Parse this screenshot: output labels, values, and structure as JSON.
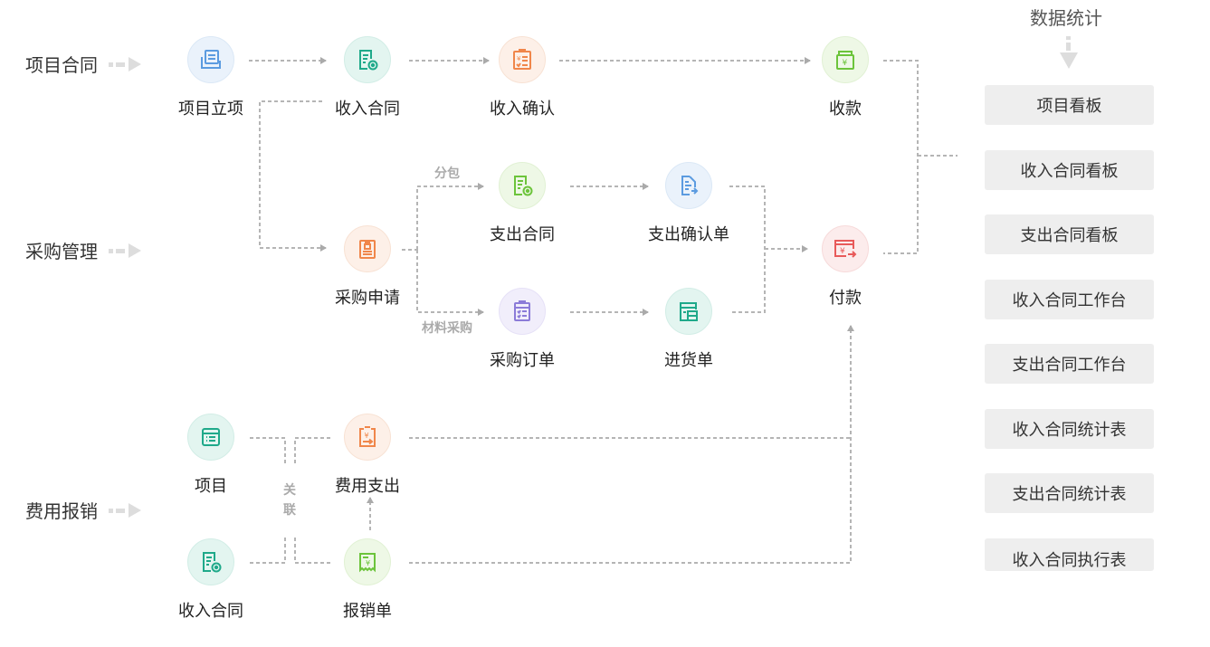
{
  "rows": [
    {
      "label": "项目合同",
      "icon": "arrow-right-icon"
    },
    {
      "label": "采购管理",
      "icon": "arrow-right-icon"
    },
    {
      "label": "费用报销",
      "icon": "arrow-right-icon"
    }
  ],
  "nodes": {
    "project_setup": {
      "label": "项目立项",
      "icon": "inbox-document-icon",
      "color": "#5b9be0",
      "bg": "#eaf2fb"
    },
    "income_contract": {
      "label": "收入合同",
      "icon": "contract-seal-icon",
      "color": "#1fa98a",
      "bg": "#e3f5f0"
    },
    "income_confirm": {
      "label": "收入确认",
      "icon": "yuan-checklist-icon",
      "color": "#f0864a",
      "bg": "#fdf0e8"
    },
    "receipt": {
      "label": "收款",
      "icon": "yuan-box-icon",
      "color": "#6cc43b",
      "bg": "#eef8e6"
    },
    "purchase_request": {
      "label": "采购申请",
      "icon": "clipboard-bag-icon",
      "color": "#f0864a",
      "bg": "#fdf0e8"
    },
    "expense_contract": {
      "label": "支出合同",
      "icon": "contract-seal-icon",
      "color": "#6cc43b",
      "bg": "#eef8e6"
    },
    "expense_confirm": {
      "label": "支出确认单",
      "icon": "document-arrow-icon",
      "color": "#5b9be0",
      "bg": "#eaf2fb"
    },
    "purchase_order": {
      "label": "采购订单",
      "icon": "clipboard-check-icon",
      "color": "#8b7bd8",
      "bg": "#f1eefb"
    },
    "goods_receipt": {
      "label": "进货单",
      "icon": "form-table-icon",
      "color": "#1fa98a",
      "bg": "#e3f5f0"
    },
    "payment": {
      "label": "付款",
      "icon": "yuan-window-icon",
      "color": "#e85a5a",
      "bg": "#fcecec"
    },
    "project": {
      "label": "项目",
      "icon": "list-window-icon",
      "color": "#1fa98a",
      "bg": "#e3f5f0"
    },
    "expense_out": {
      "label": "费用支出",
      "icon": "yuan-clipboard-icon",
      "color": "#f0864a",
      "bg": "#fdf0e8"
    },
    "income_contract_2": {
      "label": "收入合同",
      "icon": "contract-seal-icon",
      "color": "#1fa98a",
      "bg": "#e3f5f0"
    },
    "reimbursement": {
      "label": "报销单",
      "icon": "receipt-yuan-icon",
      "color": "#6cc43b",
      "bg": "#eef8e6"
    }
  },
  "edge_labels": {
    "subcontract": "分包",
    "material_purchase": "材料采购",
    "relate": [
      "关",
      "联"
    ]
  },
  "stats": {
    "title": "数据统计",
    "items": [
      "项目看板",
      "收入合同看板",
      "支出合同看板",
      "收入合同工作台",
      "支出合同工作台",
      "收入合同统计表",
      "支出合同统计表",
      "收入合同执行表"
    ]
  },
  "colors": {
    "line": "#b5b5b5",
    "arrow": "#aaaaaa",
    "stat_bg": "#eeeeee"
  }
}
